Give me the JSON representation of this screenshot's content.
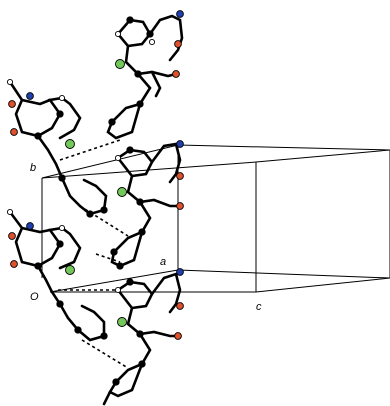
{
  "axis_labels": {
    "b": "b",
    "a": "a",
    "origin": "O",
    "c": "c"
  },
  "atom_colors": {
    "carbon": "#000000",
    "hydrogen": "#ffffff",
    "nitrogen": "#1f3fae",
    "oxygen": "#e0502a",
    "chlorine": "#74c85a"
  }
}
